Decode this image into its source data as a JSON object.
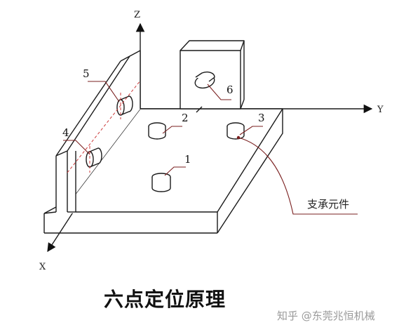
{
  "axes": {
    "x": "X",
    "y": "Y",
    "z": "Z"
  },
  "supports": {
    "s1": "1",
    "s2": "2",
    "s3": "3",
    "s4": "4",
    "s5": "5",
    "s6": "6"
  },
  "support_element_label": "支承元件",
  "title": "六点定位原理",
  "watermark": "知乎 @东莞兆恒机械",
  "colors": {
    "line": "#1a1a1a",
    "leader": "#7a1f1f",
    "dash": "#cc3a3a"
  }
}
